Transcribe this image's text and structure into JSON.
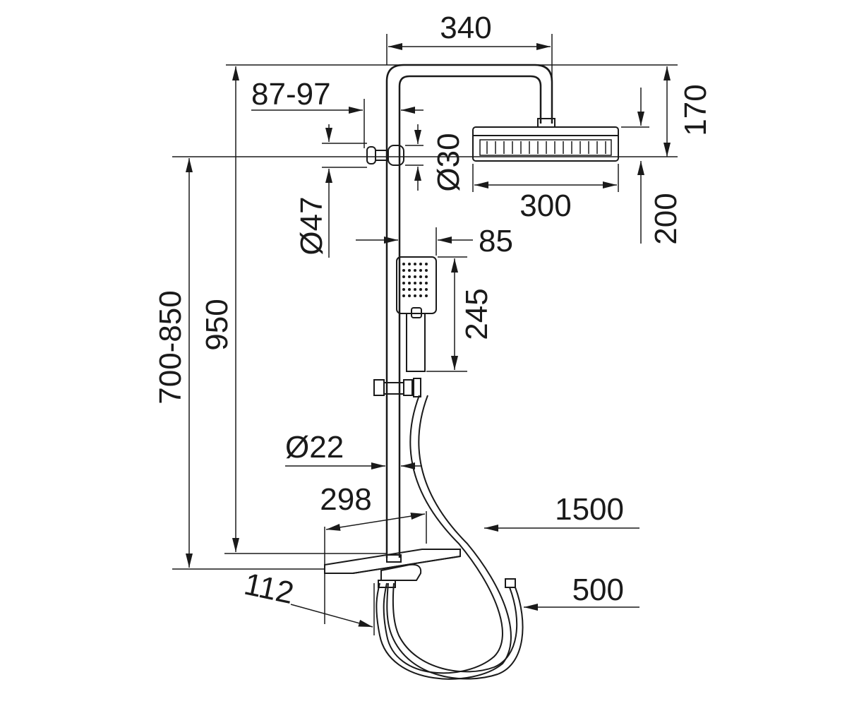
{
  "diagram": {
    "type": "technical-dimension-drawing",
    "subject": "shower-column",
    "color": "#1a1a1a",
    "dimensions": {
      "top_width": "340",
      "arm_depth": "87-97",
      "bracket_diameter_small": "Ø30",
      "bracket_diameter_large": "Ø47",
      "head_height": "170",
      "head_width": "300",
      "head_drop": "200",
      "handshower_offset": "85",
      "handshower_length": "245",
      "column_height_adjust": "700-850",
      "column_height": "950",
      "pipe_diameter": "Ø22",
      "shelf_width": "298",
      "shelf_depth": "112",
      "hose_long": "1500",
      "hose_short": "500"
    }
  }
}
